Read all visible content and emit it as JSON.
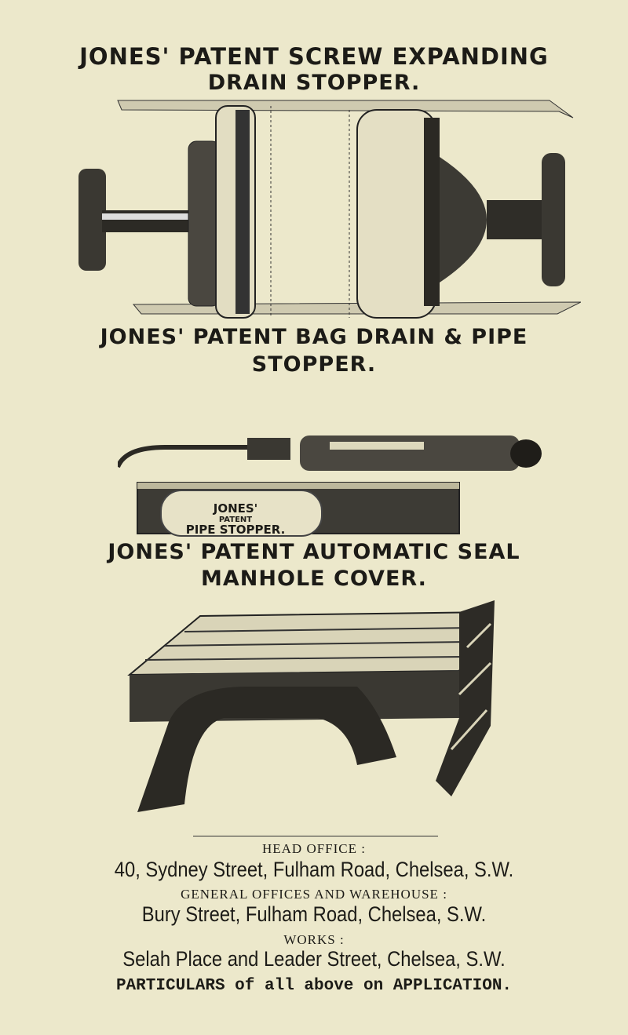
{
  "products": [
    {
      "title_line1": "JONES' PATENT SCREW EXPANDING",
      "title_line2": "DRAIN STOPPER."
    },
    {
      "title_line1": "JONES' PATENT BAG DRAIN & PIPE",
      "title_line2": "STOPPER.",
      "label": {
        "line1": "JONES'",
        "line2": "PATENT",
        "line3": "PIPE STOPPER."
      }
    },
    {
      "title_line1": "JONES' PATENT AUTOMATIC SEAL",
      "title_line2": "MANHOLE COVER."
    }
  ],
  "addresses": {
    "head_office_label": "HEAD OFFICE :",
    "head_office": "40, Sydney Street, Fulham Road, Chelsea, S.W.",
    "general_label": "GENERAL OFFICES AND WAREHOUSE :",
    "general": "Bury Street, Fulham Road, Chelsea, S.W.",
    "works_label": "WORKS :",
    "works": "Selah Place and Leader Street, Chelsea, S.W.",
    "particulars": "PARTICULARS of all above on APPLICATION."
  }
}
